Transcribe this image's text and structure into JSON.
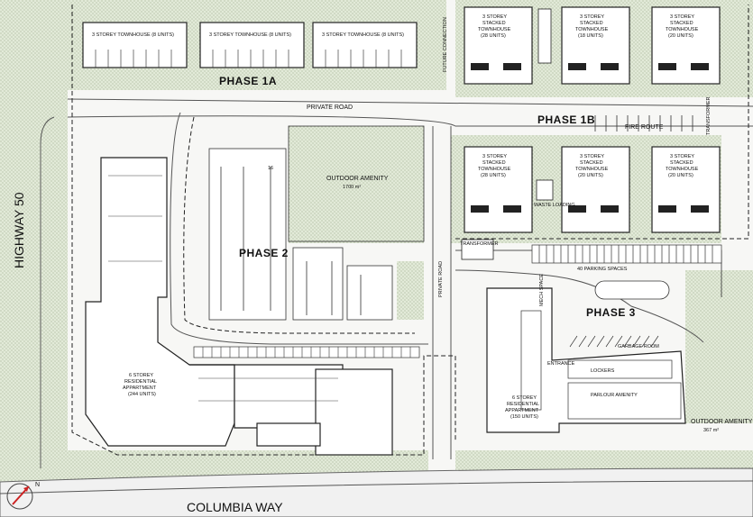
{
  "labels": {
    "highway": "HIGHWAY 50",
    "street": "COLUMBIA WAY",
    "private_road": "PRIVATE ROAD",
    "private_road_vertical": "PRIVATE ROAD",
    "fire_route": "FIRE ROUTE",
    "future_connection": "FUTURE CONNECTION",
    "transformer": "TRANSFORMER",
    "transformer_east": "TRANSFORMER",
    "waste_loading": "WASTE LOADING",
    "parking_spaces": "40 PARKING SPACES",
    "north": "N",
    "parking_count": "16"
  },
  "phases": {
    "p1a": "PHASE 1A",
    "p1b": "PHASE 1B",
    "p2": "PHASE 2",
    "p3": "PHASE 3"
  },
  "townhouses": {
    "label": "3 STOREY TOWNHOUSE (8 UNITS)"
  },
  "stacked": {
    "line1": "3 STOREY",
    "line2": "STACKED",
    "line3": "TOWNHOUSE",
    "units_a": "(28 UNITS)",
    "units_b": "(18 UNITS)",
    "units_c": "(20 UNITS)"
  },
  "amenity": {
    "title": "OUTDOOR AMENITY",
    "area": "1700 m²",
    "east_title": "OUTDOOR AMENITY",
    "east_area": "367 m²"
  },
  "west_building": {
    "line1": "6 STOREY",
    "line2": "RESIDENTIAL",
    "line3": "APPARTMENT",
    "line4": "(244 UNITS)"
  },
  "east_building": {
    "line1": "6 STOREY",
    "line2": "RESIDENTIAL",
    "line3": "APPARTMENT",
    "line4": "(150 UNITS)",
    "lockers": "LOCKERS",
    "lounge": "PARLOUR AMENITY",
    "entrance": "ENTRANCE",
    "garbage": "GARBAGE ROOM",
    "mech": "MECH SPACE"
  }
}
